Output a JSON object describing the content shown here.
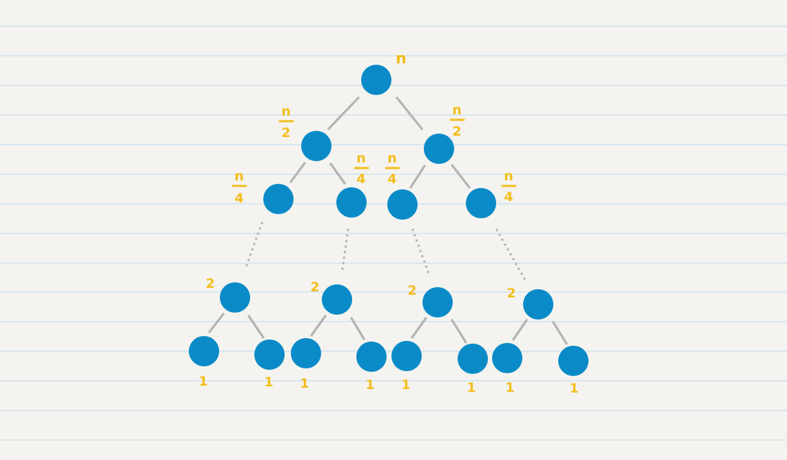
{
  "diagram": {
    "levels": [
      {
        "level": 0,
        "label": "n",
        "nodes": 1
      },
      {
        "level": 1,
        "label_numerator": "n",
        "label_denominator": "2",
        "nodes": 2
      },
      {
        "level": 2,
        "label_numerator": "n",
        "label_denominator": "4",
        "nodes": 4
      },
      {
        "level": 3,
        "label": "2",
        "nodes": 4
      },
      {
        "level": 4,
        "label": "1",
        "nodes": 8
      }
    ],
    "labels": {
      "root": "n",
      "half_num": "n",
      "half_den": "2",
      "quarter_num": "n",
      "quarter_den": "4",
      "two": "2",
      "one": "1"
    },
    "colors": {
      "node": "#0a8bc8",
      "label": "#f2be1c",
      "edge": "#b4b4b4",
      "paper": "#f5f3ef",
      "ruled_line": "#cfe2ee"
    }
  }
}
